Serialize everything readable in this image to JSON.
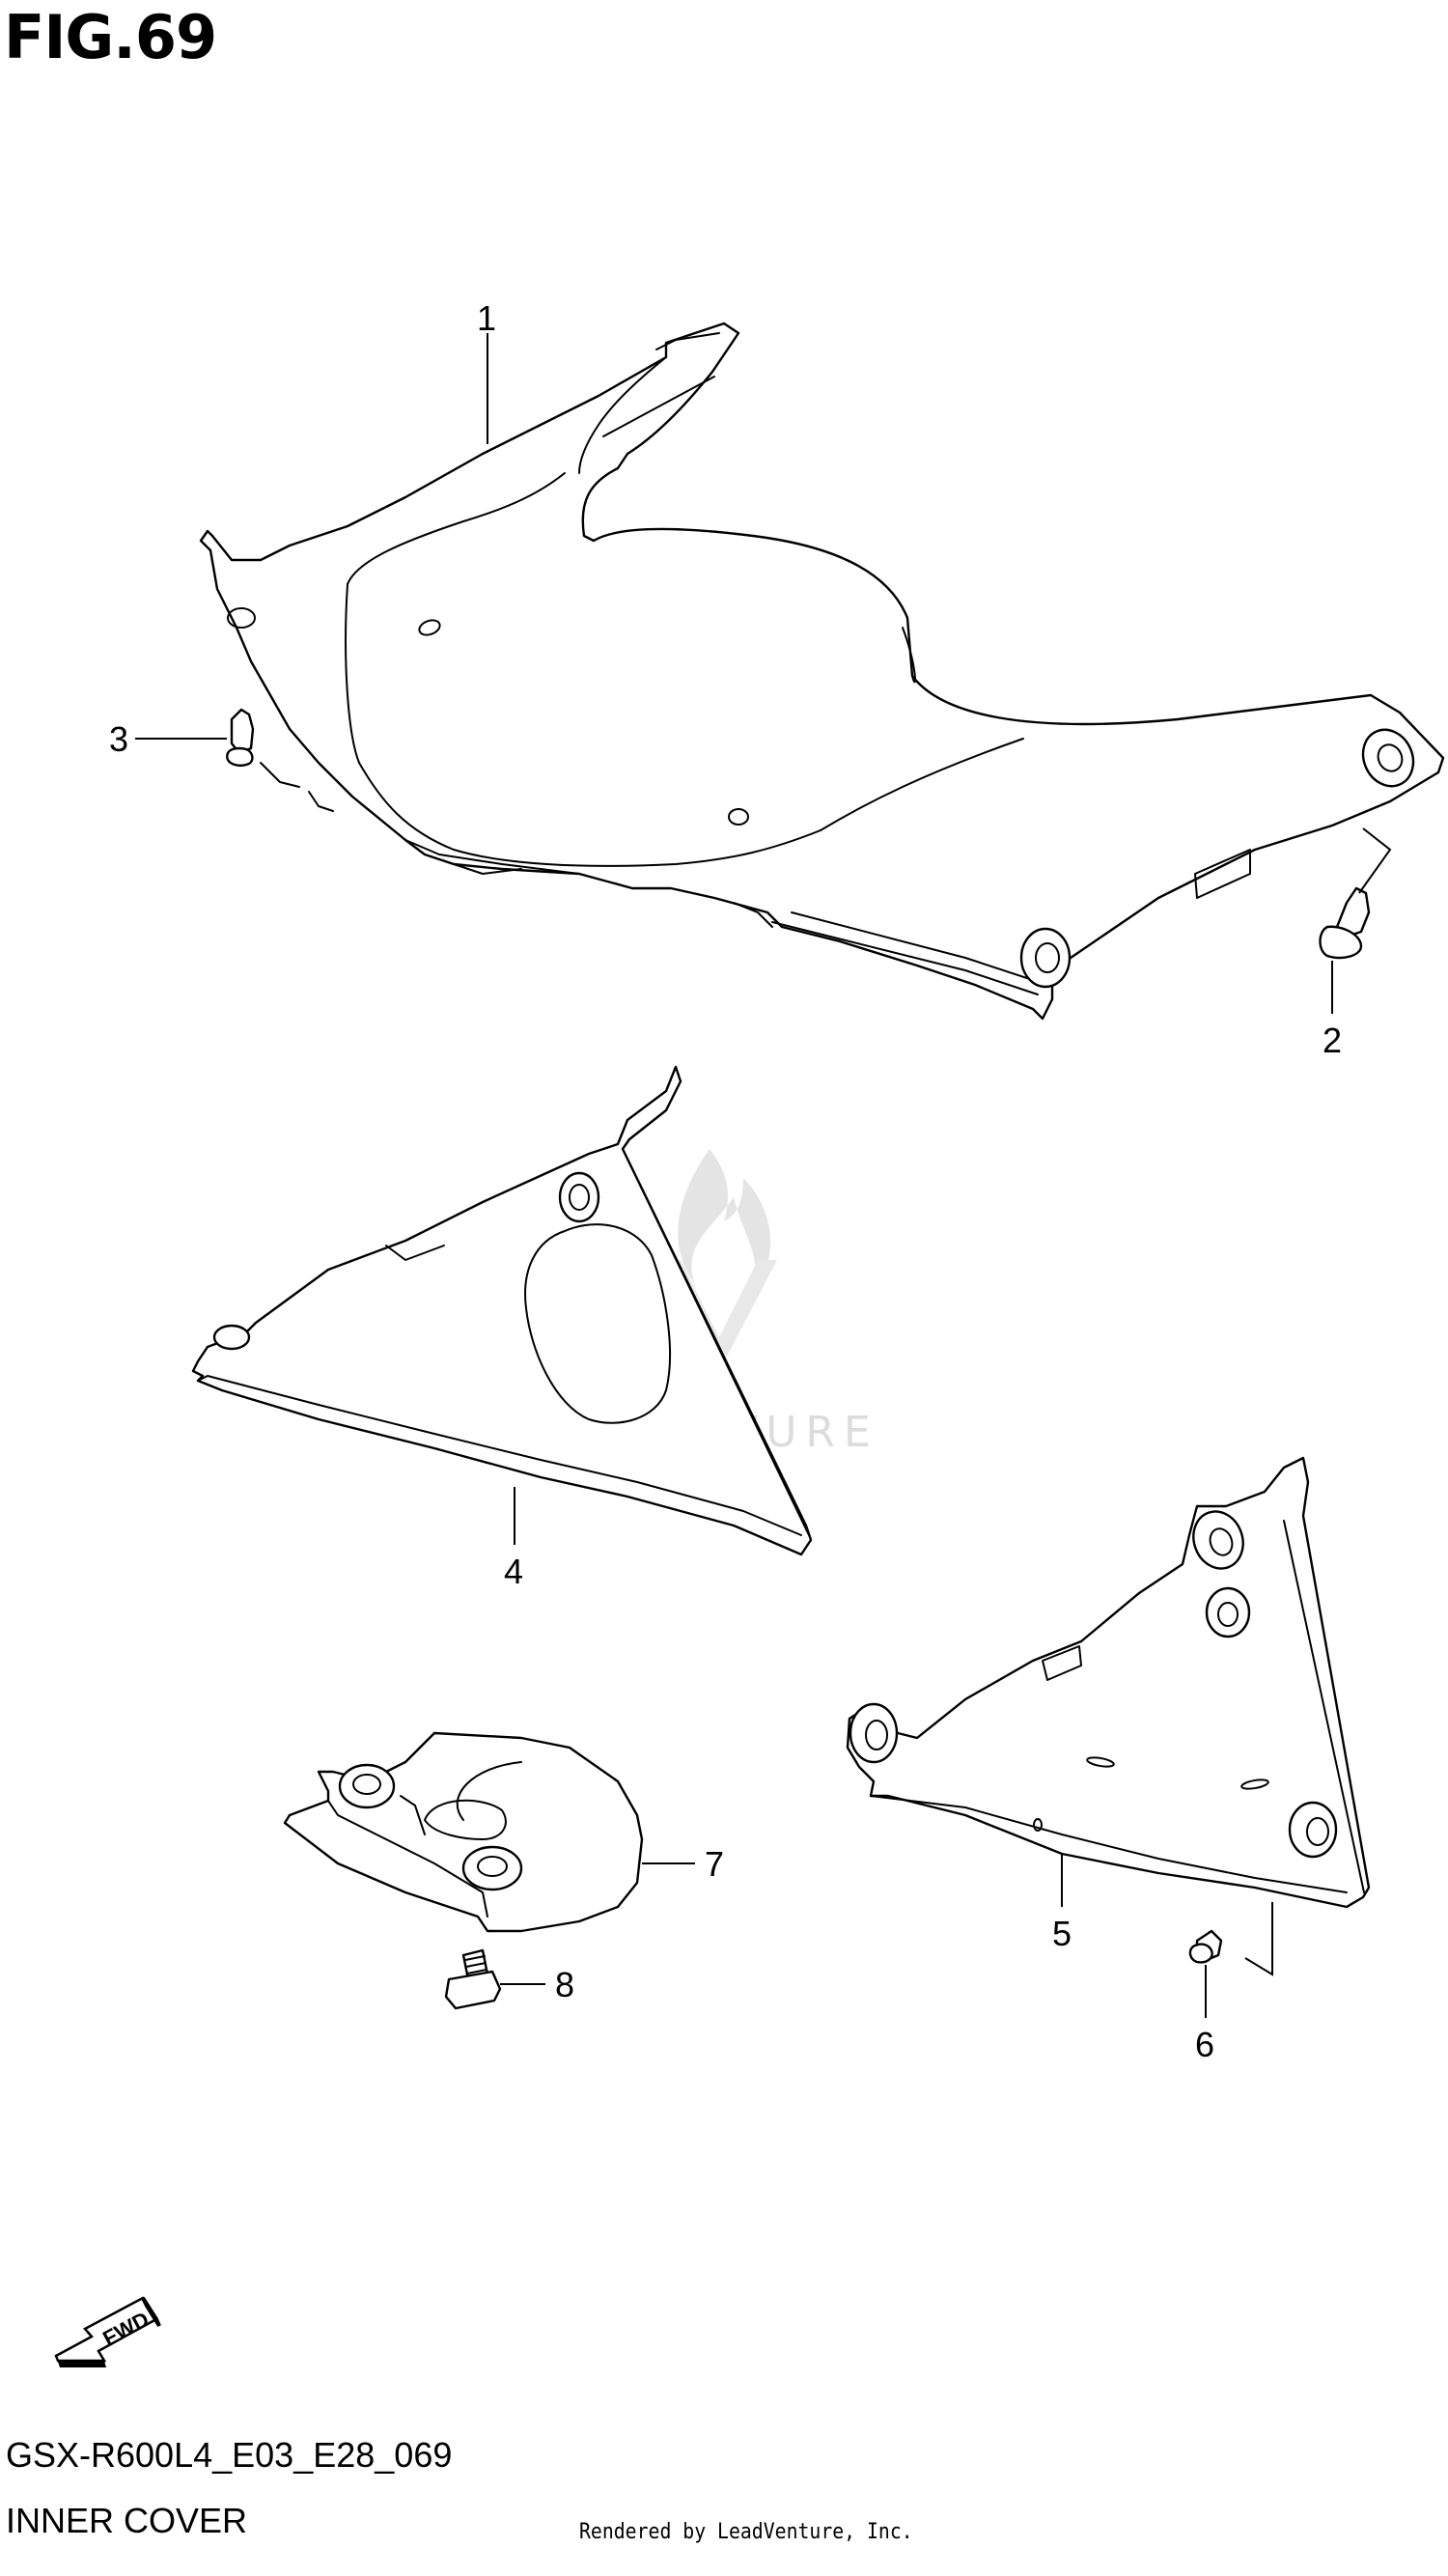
{
  "figure": {
    "title": "FIG.69",
    "model_code": "GSX-R600L4_E03_E28_069",
    "section_name": "INNER COVER",
    "rendered_by": "Rendered by LeadVenture, Inc."
  },
  "watermark": {
    "text": "LEADVENTURE"
  },
  "direction_arrow": {
    "label": "FWD"
  },
  "callouts": [
    {
      "number": "1",
      "part": "inner-cover-large"
    },
    {
      "number": "2",
      "part": "clip"
    },
    {
      "number": "3",
      "part": "clip"
    },
    {
      "number": "4",
      "part": "inner-cover-left"
    },
    {
      "number": "5",
      "part": "inner-cover-right"
    },
    {
      "number": "6",
      "part": "clip"
    },
    {
      "number": "7",
      "part": "center-cover"
    },
    {
      "number": "8",
      "part": "bolt"
    }
  ]
}
